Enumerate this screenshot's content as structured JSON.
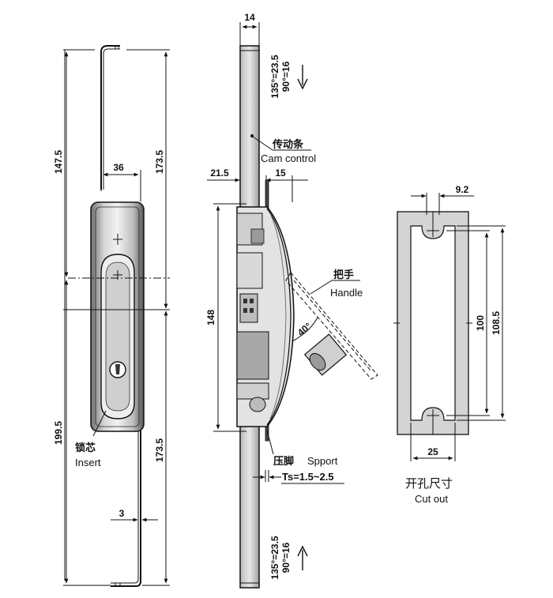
{
  "dimensions": {
    "top_rod_width": "14",
    "left_total_upper": "147.5",
    "left_body_width": "36",
    "left_right_upper": "173.5",
    "left_total_lower": "199.5",
    "left_right_lower": "173.5",
    "rod_thickness": "3",
    "side_offset_left": "21.5",
    "side_offset_right": "15",
    "side_height": "148",
    "handle_angle": "40°",
    "cutout_tab": "9.2",
    "cutout_inner": "100",
    "cutout_outer": "108.5",
    "cutout_width": "25"
  },
  "stroke_notes": {
    "top_line1": "135°=23.5",
    "top_line2": "90°=16",
    "bottom_line1": "135°=23.5",
    "bottom_line2": "90°=16"
  },
  "labels": {
    "cam_cn": "传动条",
    "cam_en": "Cam control",
    "handle_cn": "把手",
    "handle_en": "Handle",
    "insert_cn": "锁芯",
    "insert_en": "Insert",
    "support_cn": "压脚",
    "support_en": "Spport",
    "ts": "Ts=1.5~2.5",
    "cutout_cn": "开孔尺寸",
    "cutout_en": "Cut out"
  },
  "colors": {
    "line": "#111111",
    "body_fill": "#d9d9d9",
    "body_dark": "#8a8a8a",
    "cutout_fill": "#d4d4d4"
  }
}
